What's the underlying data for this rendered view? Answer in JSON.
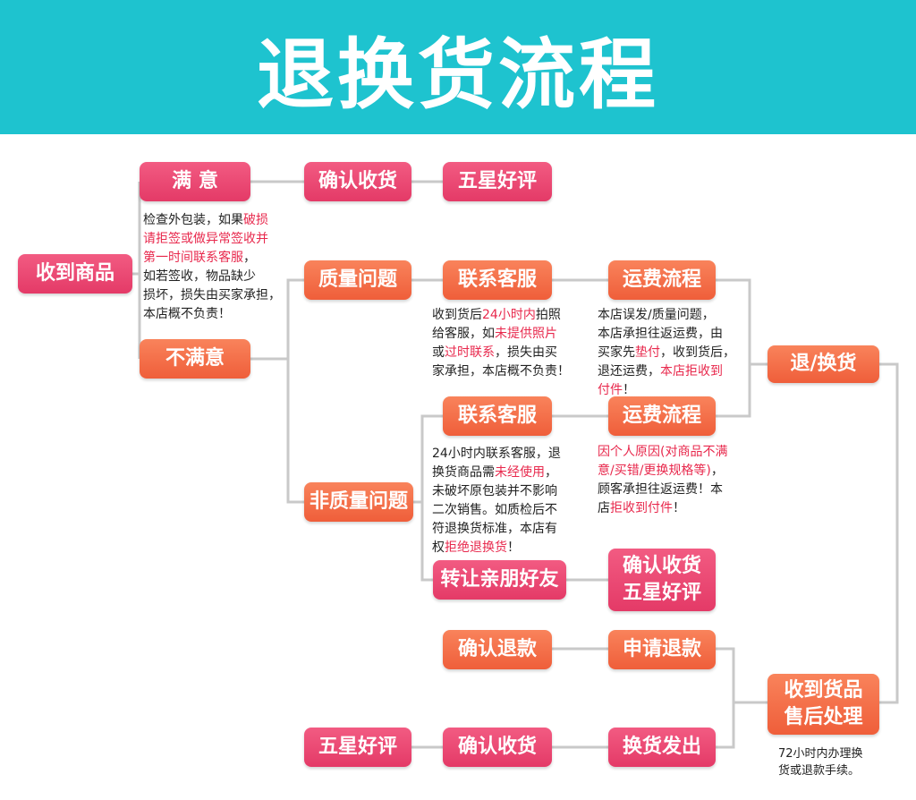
{
  "title": "退换货流程",
  "boxes": {
    "receive_goods": "收到商品",
    "satisfied": "满 意",
    "unsatisfied": "不满意",
    "confirm_receipt_top": "确认收货",
    "five_star_top": "五星好评",
    "quality_issue": "质量问题",
    "contact_cs_1": "联系客服",
    "shipping_flow_1": "运费流程",
    "return_exchange": "退/换货",
    "contact_cs_2": "联系客服",
    "shipping_flow_2": "运费流程",
    "non_quality_issue": "非质量问题",
    "transfer_friends": "转让亲朋好友",
    "confirm_receipt_mid_1": "确认收货",
    "confirm_receipt_mid_2": "五星好评",
    "confirm_refund": "确认退款",
    "apply_refund": "申请退款",
    "received_after_sale_1": "收到货品",
    "received_after_sale_2": "售后处理",
    "five_star_bottom": "五星好评",
    "confirm_receipt_bottom": "确认收货",
    "exchange_shipped": "换货发出"
  },
  "notes": {
    "inspect": [
      {
        "t": "检查外包装，如果"
      },
      {
        "t": "破损",
        "red": true
      },
      {
        "t": "\n"
      },
      {
        "t": "请拒签或做异常签收并",
        "red": true
      },
      {
        "t": "\n"
      },
      {
        "t": "第一时间联系客服",
        "red": true
      },
      {
        "t": "，\n如若签收，物品缺少\n损坏，损失由买家承担，\n本店概不负责！"
      }
    ],
    "quality_cs": [
      {
        "t": "收到货后"
      },
      {
        "t": "24小时内",
        "red": true
      },
      {
        "t": "拍照\n给客服，如"
      },
      {
        "t": "未提供照片",
        "red": true
      },
      {
        "t": "\n或"
      },
      {
        "t": "过时联系",
        "red": true
      },
      {
        "t": "，损失由买\n家承担，本店概不负责！"
      }
    ],
    "quality_ship": [
      {
        "t": "本店误发/质量问题，\n本店承担往返运费，由\n买家先"
      },
      {
        "t": "垫付",
        "red": true
      },
      {
        "t": "，收到货后，\n退还运费，"
      },
      {
        "t": "本店拒收到",
        "red": true
      },
      {
        "t": "\n"
      },
      {
        "t": "付件",
        "red": true
      },
      {
        "t": "！"
      }
    ],
    "nonquality_cs": [
      {
        "t": "24小时内联系客服，退\n换货商品需"
      },
      {
        "t": "未经使用",
        "red": true
      },
      {
        "t": "，\n未破坏原包装并不影响\n二次销售。如质检后不\n符退换货标准，本店有\n权"
      },
      {
        "t": "拒绝退换货",
        "red": true
      },
      {
        "t": "！"
      }
    ],
    "nonquality_ship": [
      {
        "t": "因个人原因(对商品不满\n意/买错/更换规格等)",
        "red": true
      },
      {
        "t": "，\n顾客承担往返运费！本\n店"
      },
      {
        "t": "拒收到付件",
        "red": true
      },
      {
        "t": "！"
      }
    ],
    "after_sale": [
      {
        "t": "72小时内办理换\n货或退款手续。"
      }
    ]
  }
}
